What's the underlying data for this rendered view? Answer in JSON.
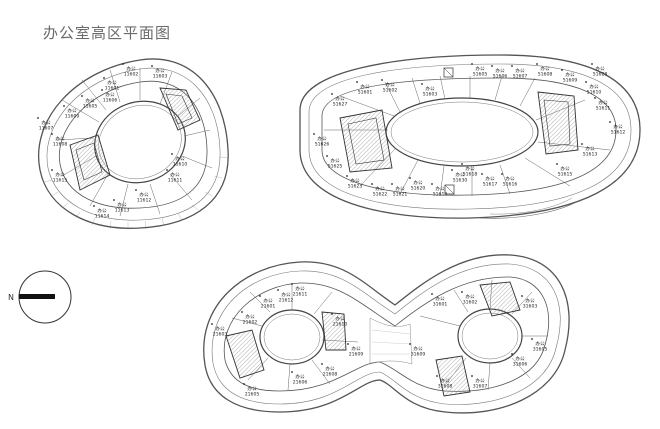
{
  "title": "办公室高区平面图",
  "room_type": "办公",
  "colors": {
    "line": "#555555",
    "core": "#3a3a3a",
    "hatch": "#9a9a9a",
    "text": "#222222"
  },
  "compass": {
    "north": "N",
    "icon": "north-arrow-icon"
  },
  "floor_plans": [
    {
      "name": "plan-11",
      "rooms": [
        "11601",
        "11602",
        "11603",
        "11605",
        "11606",
        "11607",
        "11608",
        "11609",
        "11610",
        "11611",
        "11612",
        "11613",
        "11614",
        "11615"
      ]
    },
    {
      "name": "plan-51",
      "rooms": [
        "51601",
        "51602",
        "51603",
        "51605",
        "51606",
        "51607",
        "51608",
        "51609",
        "51610",
        "51611",
        "51612",
        "51613",
        "51615",
        "51616",
        "51617",
        "51618",
        "51619",
        "51620",
        "51621",
        "51622",
        "51623",
        "51625",
        "51626",
        "51627",
        "51628",
        "51630"
      ]
    },
    {
      "name": "plan-21-31",
      "rooms": [
        "21601",
        "21602",
        "21603",
        "21605",
        "21606",
        "21608",
        "21609",
        "21610",
        "21611",
        "21612",
        "31601",
        "31602",
        "31603",
        "31605",
        "31606",
        "31607",
        "31608",
        "31609"
      ]
    }
  ]
}
